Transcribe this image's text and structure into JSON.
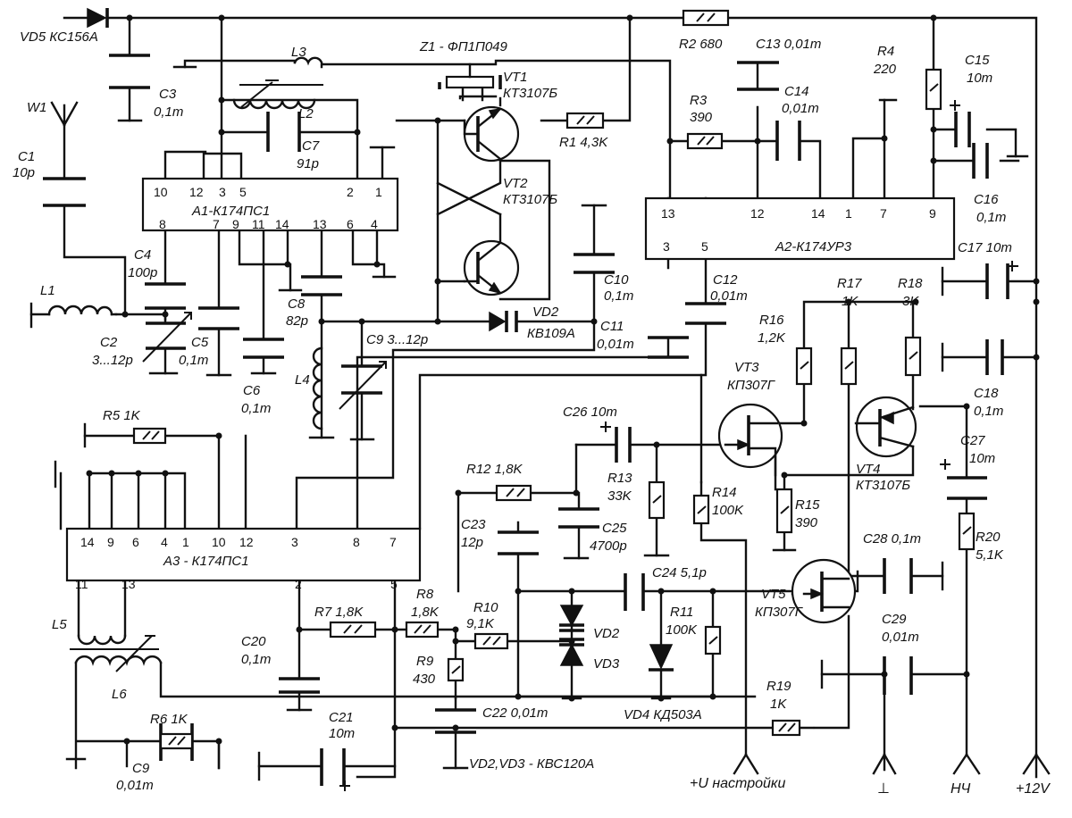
{
  "title": "Z1 - ФП1П049",
  "chips": {
    "a1": {
      "name": "A1-К174ПС1",
      "pins_top": [
        "10",
        "12",
        "3",
        "5",
        "2",
        "1"
      ],
      "pins_bottom": [
        "8",
        "7",
        "9",
        "11",
        "14",
        "13",
        "6",
        "4"
      ]
    },
    "a2": {
      "name": "A2-К174УР3",
      "pins_top": [
        "13",
        "12",
        "14",
        "1",
        "7",
        "9"
      ],
      "pins_bottom": [
        "3",
        "5"
      ]
    },
    "a3": {
      "name": "A3 - К174ПС1",
      "pins_top": [
        "14",
        "9",
        "6",
        "4",
        "1",
        "10",
        "12",
        "3",
        "8",
        "7"
      ],
      "pins_bottom": [
        "11",
        "13",
        "2",
        "5"
      ]
    }
  },
  "components": {
    "vd5": "VD5 КС156А",
    "w1": "W1",
    "c1": "C1",
    "c1v": "10p",
    "c3": "C3",
    "c3v": "0,1m",
    "l3": "L3",
    "l2": "L2",
    "c7": "C7",
    "c7v": "91p",
    "vt1": "VT1",
    "vt1t": "КТ3107Б",
    "vt2": "VT2",
    "vt2t": "КТ3107Б",
    "r1": "R1 4,3K",
    "r2": "R2 680",
    "c13": "C13 0,01m",
    "r4": "R4",
    "r4v": "220",
    "r3": "R3",
    "r3v": "390",
    "c14": "C14",
    "c14v": "0,01m",
    "c15": "C15",
    "c15v": "10m",
    "c16": "C16",
    "c16v": "0,1m",
    "c4": "C4",
    "c4v": "100p",
    "l1": "L1",
    "c2": "C2",
    "c2v": "3...12p",
    "c5": "C5",
    "c5v": "0,1m",
    "c6": "C6",
    "c6v": "0,1m",
    "c8": "C8",
    "c8v": "82p",
    "l4": "L4",
    "c9a": "C9 3...12p",
    "vd2a": "VD2",
    "kv109": "КВ109А",
    "c10": "C10",
    "c10v": "0,1m",
    "c11": "C11",
    "c11v": "0,01m",
    "c12": "C12",
    "c12v": "0,01m",
    "c17": "C17 10m",
    "r17": "R17",
    "r17v": "1K",
    "r18": "R18",
    "r18v": "3K",
    "r16": "R16",
    "r16v": "1,2K",
    "vt3": "VT3",
    "vt3t": "КП307Г",
    "vt4": "VT4",
    "vt4t": "КТ3107Б",
    "c18": "C18",
    "c18v": "0,1m",
    "c26": "C26 10m",
    "r5": "R5 1K",
    "r12": "R12 1,8K",
    "r13": "R13",
    "r13v": "33K",
    "r14": "R14",
    "r14v": "100K",
    "r15": "R15",
    "r15v": "390",
    "c27": "C27",
    "c27v": "10m",
    "c23": "C23",
    "c23v": "12p",
    "c25": "C25",
    "c25v": "4700p",
    "c28": "C28 0,1m",
    "r20": "R20",
    "r20v": "5,1K",
    "r8": "R8",
    "r8v": "1,8K",
    "r7": "R7 1,8K",
    "c24": "C24 5,1p",
    "r10": "R10",
    "r10v": "9,1K",
    "r11": "R11",
    "r11v": "100K",
    "vt5": "VT5",
    "vt5t": "КП307Г",
    "c29": "C29",
    "c29v": "0,01m",
    "l5": "L5",
    "l6": "L6",
    "c20": "C20",
    "c20v": "0,1m",
    "vd2b": "VD2",
    "vd3b": "VD3",
    "r9": "R9",
    "r9v": "430",
    "r19": "R19",
    "r19v": "1K",
    "c22": "C22 0,01m",
    "vd4": "VD4 КД503А",
    "r6": "R6 1K",
    "c21": "C21",
    "c21v": "10m",
    "c9b": "C9",
    "c9bv": "0,01m",
    "vdnote": "VD2,VD3 - КВС120А"
  },
  "connectors": {
    "tuning": "+U настройки",
    "ground": "⊥",
    "af": "НЧ",
    "supply": "+12V"
  }
}
